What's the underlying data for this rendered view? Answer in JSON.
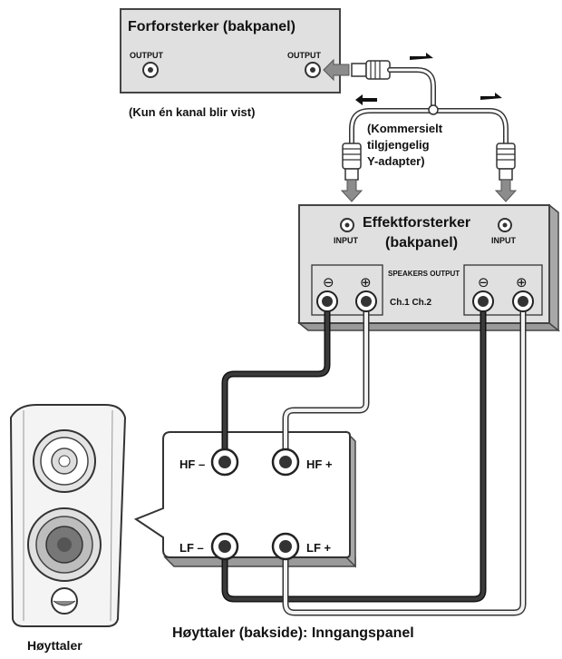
{
  "preamp": {
    "title": "Forforsterker (bakpanel)",
    "output_left": "OUTPUT",
    "output_right": "OUTPUT",
    "note": "(Kun én kanal blir vist)"
  },
  "y_adapter": {
    "line1": "(Kommersielt",
    "line2": "tilgjengelig",
    "line3": "Y-adapter)"
  },
  "power_amp": {
    "title_line1": "Effektforsterker",
    "title_line2": "(bakpanel)",
    "input_left": "INPUT",
    "input_right": "INPUT",
    "speakers_output": "SPEAKERS OUTPUT",
    "channels": "Ch.1 Ch.2",
    "minus": "⊖",
    "plus": "⊕"
  },
  "speaker_panel": {
    "hf_minus": "HF –",
    "hf_plus": "HF +",
    "lf_minus": "LF –",
    "lf_plus": "LF +",
    "caption": "Høyttaler (bakside): Inngangspanel"
  },
  "speaker": {
    "label": "Høyttaler"
  },
  "colors": {
    "panel_fill": "#e0e0e0",
    "panel_stroke": "#444444",
    "arrow_fill": "#8c8c8c",
    "dark_cable": "#2a2a2a",
    "light_cable": "#f2f2f2"
  }
}
